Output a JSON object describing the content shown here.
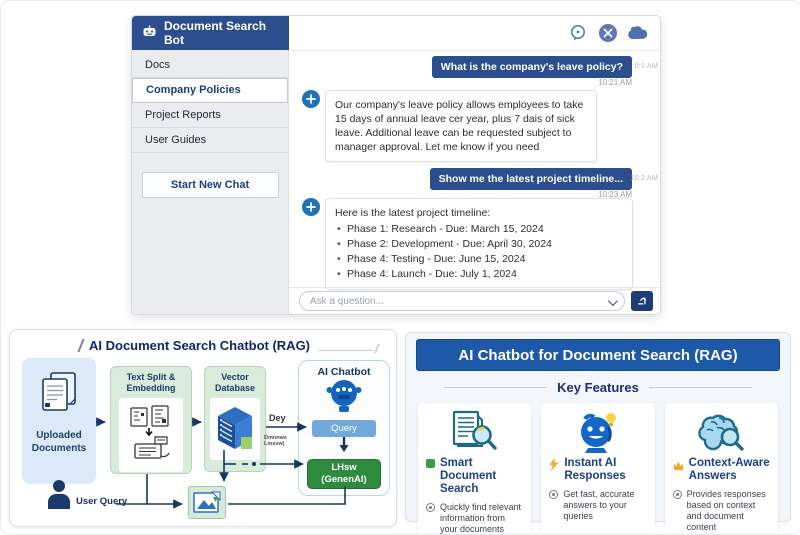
{
  "chat": {
    "title": "Document Search Bot",
    "sidebar": {
      "items": [
        "Docs",
        "Company Policies",
        "Project Reports",
        "User Guides"
      ],
      "active_item": "Company Policies",
      "new_chat": "Start New Chat"
    },
    "messages": [
      {
        "role": "user",
        "text": "What is the company's leave policy?",
        "side_time": "0:1 AM",
        "time": "10:21 AM"
      },
      {
        "role": "bot",
        "text": "Our company's leave policy allows employees to take 15 days of annual leave cer year, plus 7 dais of sick leave. Additional leave can be requested subject to manager approval. Let me know if you need"
      },
      {
        "role": "user",
        "text": "Show me the latest project timeline...",
        "side_time": "10:2 AM",
        "time": "10:23 AM"
      },
      {
        "role": "bot",
        "intro": "Here is the latest project timeline:",
        "bullets": [
          "Phase 1: Research - Due: March 15, 2024",
          "Phase 2: Development - Due: April 30, 2024",
          "Phase 4: Testing - Due: June 15, 2024",
          "Phase 4: Launch - Due: July 1, 2024"
        ]
      }
    ],
    "input_placeholder": "Ask a question...",
    "header_icons": [
      "chat-search-icon",
      "close-icon",
      "cloud-icon"
    ]
  },
  "diagram": {
    "title": "AI Document Search Chatbot (RAG)",
    "uploaded_label_line1": "Uploaded",
    "uploaded_label_line2": "Documents",
    "split_label_line1": "Text Split &",
    "split_label_line2": "Embedding",
    "vector_label_line1": "Vector",
    "vector_label_line2": "Database",
    "chatbot_label": "AI Chatbot",
    "query_label": "Query",
    "llm_label_line1": "LHsw",
    "llm_label_line2": "(GenenAI)",
    "user_query_label": "User Query",
    "edge_label_top": "Dey",
    "edge_label_mid_line1": "Dmnnws",
    "edge_label_mid_line2": "Lmsvw)"
  },
  "features": {
    "banner": "AI Chatbot for Document Search (RAG)",
    "section_title": "Key Features",
    "cards": [
      {
        "icon": "doc-search-icon",
        "title": "Smart Document Search",
        "desc": "Quickly find relevant information from your documents"
      },
      {
        "icon": "robot-face-icon",
        "title": "Instant AI Responses",
        "desc": "Get fast, accurate answers to your queries"
      },
      {
        "icon": "brain-search-icon",
        "title": "Context-Aware Answers",
        "desc": "Provides responses based on context and document content"
      }
    ]
  },
  "colors": {
    "chat_header_blue": "#2d4e8e",
    "banner_blue": "#1d58a9",
    "send_button_blue": "#1e3d74",
    "query_button_blue": "#72a9dc",
    "llm_green": "#2e8b3e",
    "sidebar_gray": "#eaecf0"
  }
}
